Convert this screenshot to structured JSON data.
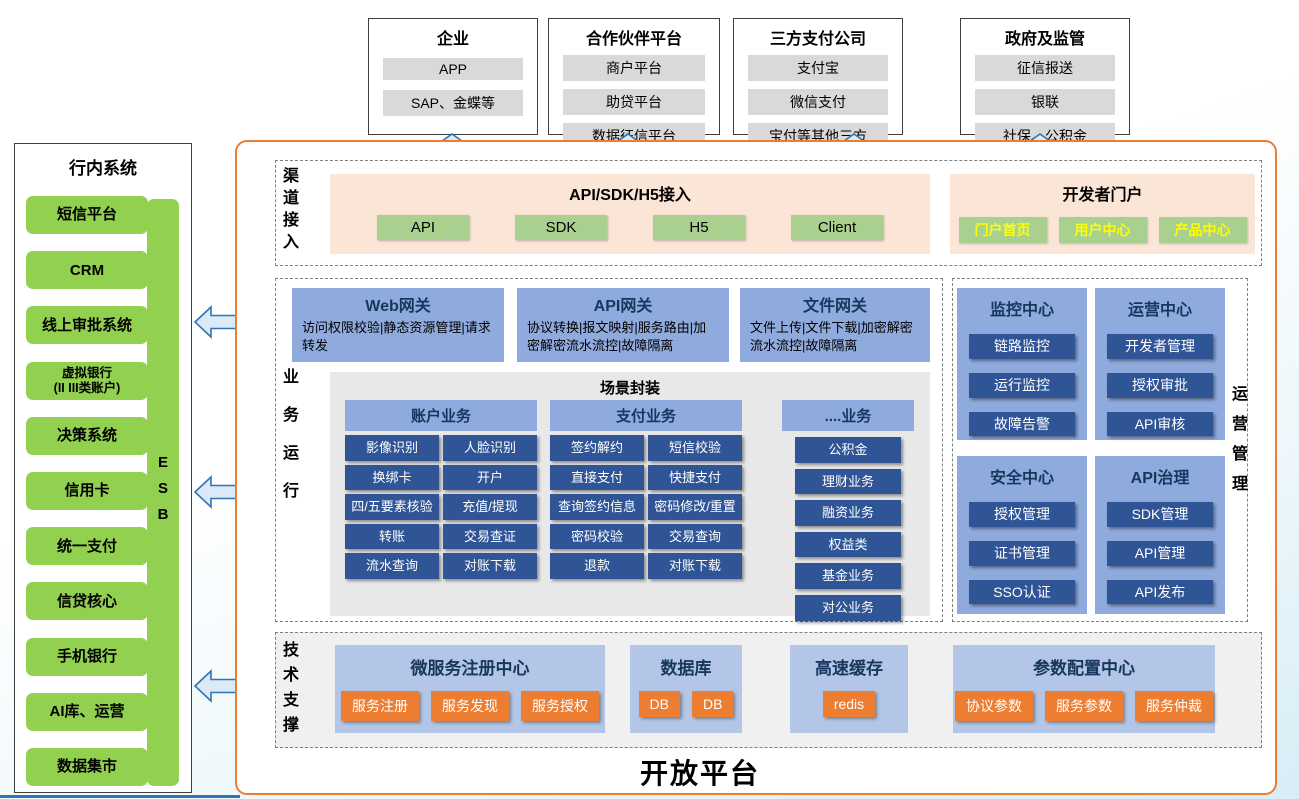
{
  "platform_title": "开放平台",
  "external_systems": [
    {
      "title": "企业",
      "items": [
        "APP",
        "SAP、金蝶等"
      ]
    },
    {
      "title": "合作伙伴平台",
      "items": [
        "商户平台",
        "助贷平台",
        "数据征信平台"
      ]
    },
    {
      "title": "三方支付公司",
      "items": [
        "支付宝",
        "微信支付",
        "宝付等其他三方"
      ]
    },
    {
      "title": "政府及监管",
      "items": [
        "征信报送",
        "银联",
        "社保、公积金"
      ]
    }
  ],
  "internal_systems": {
    "title": "行内系统",
    "esb": "ESB",
    "items": [
      "短信平台",
      "CRM",
      "线上审批系统",
      "虚拟银行\n(II III类账户)",
      "决策系统",
      "信用卡",
      "统一支付",
      "信贷核心",
      "手机银行",
      "AI库、运营",
      "数据集市"
    ]
  },
  "channel_access": {
    "label": "渠道接入",
    "api_box": {
      "title": "API/SDK/H5接入",
      "buttons": [
        "API",
        "SDK",
        "H5",
        "Client"
      ]
    },
    "developer_portal": {
      "title": "开发者门户",
      "buttons": [
        "门户首页",
        "用户中心",
        "产品中心"
      ]
    }
  },
  "business_run": {
    "label": "业务运行",
    "gateways": [
      {
        "title": "Web网关",
        "desc": "访问权限校验|静态资源管理|请求转发"
      },
      {
        "title": "API网关",
        "desc": "协议转换|报文映射|服务路由|加密解密流水流控|故障隔离"
      },
      {
        "title": "文件网关",
        "desc": "文件上传|文件下载|加密解密流水流控|故障隔离"
      }
    ],
    "scene": {
      "title": "场景封装",
      "account": {
        "title": "账户业务",
        "buttons": [
          "影像识别",
          "人脸识别",
          "换绑卡",
          "开户",
          "四/五要素核验",
          "充值/提现",
          "转账",
          "交易查证",
          "流水查询",
          "对账下载"
        ]
      },
      "payment": {
        "title": "支付业务",
        "buttons": [
          "签约解约",
          "短信校验",
          "直接支付",
          "快捷支付",
          "查询签约信息",
          "密码修改/重置",
          "密码校验",
          "交易查询",
          "退款",
          "对账下载"
        ]
      },
      "other": {
        "title": "....业务",
        "buttons": [
          "公积金",
          "理财业务",
          "融资业务",
          "权益类",
          "基金业务",
          "对公业务"
        ]
      }
    }
  },
  "ops_management": {
    "label": "运营管理",
    "centers": [
      {
        "title": "监控中心",
        "buttons": [
          "链路监控",
          "运行监控",
          "故障告警"
        ]
      },
      {
        "title": "运营中心",
        "buttons": [
          "开发者管理",
          "授权审批",
          "API审核"
        ]
      },
      {
        "title": "安全中心",
        "buttons": [
          "授权管理",
          "证书管理",
          "SSO认证"
        ]
      },
      {
        "title": "API治理",
        "buttons": [
          "SDK管理",
          "API管理",
          "API发布"
        ]
      }
    ]
  },
  "tech_support": {
    "label": "技术支撑",
    "boxes": [
      {
        "title": "微服务注册中心",
        "buttons": [
          "服务注册",
          "服务发现",
          "服务授权"
        ]
      },
      {
        "title": "数据库",
        "buttons": [
          "DB",
          "DB"
        ]
      },
      {
        "title": "高速缓存",
        "buttons": [
          "redis"
        ]
      },
      {
        "title": "参数配置中心",
        "buttons": [
          "协议参数",
          "服务参数",
          "服务仲裁"
        ]
      }
    ]
  },
  "colors": {
    "platform_border": "#ED7D31",
    "channel_bg": "#FBE5D6",
    "green_button": "#A9D08E",
    "sidebar_green": "#92D050",
    "blue_box": "#8FAADC",
    "dark_blue_button": "#2F5597",
    "tech_blue": "#B4C6E7",
    "orange_button": "#ED7D31",
    "portal_button_text": "#FFFF00"
  }
}
